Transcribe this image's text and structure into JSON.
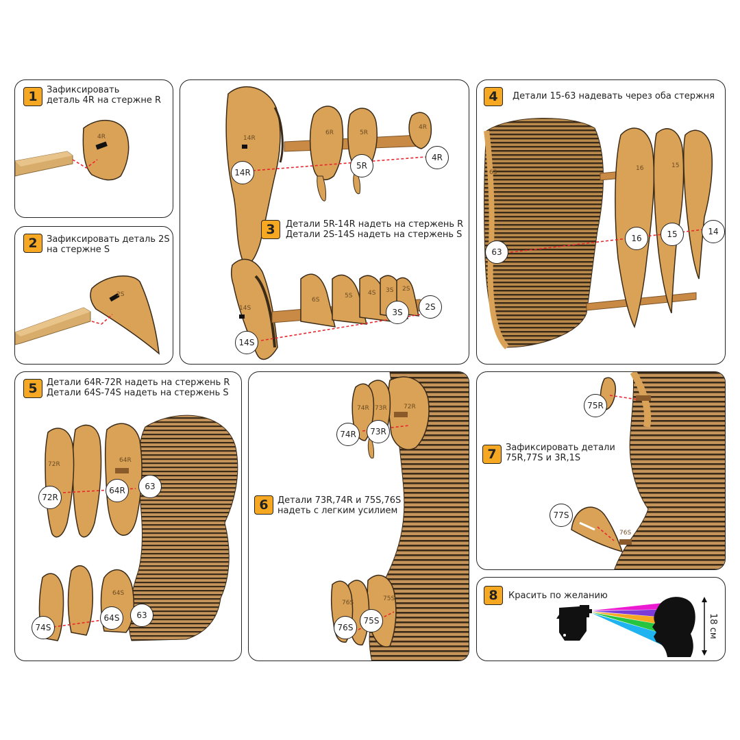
{
  "colors": {
    "cardboard": "#d9a257",
    "cardboard_dark": "#3a2a18",
    "stick": "#c99a55",
    "accent": "#f7a823",
    "arrow": "#e8262e"
  },
  "steps": [
    {
      "num": "1",
      "line1": "Зафиксировать",
      "line2": "деталь 4R на стержне R"
    },
    {
      "num": "2",
      "line1": "Зафиксировать деталь 2S",
      "line2": "на стержне S"
    },
    {
      "num": "3",
      "line1": "Детали 5R-14R надеть на стержень R",
      "line2": "Детали 2S-14S надеть на стержень S"
    },
    {
      "num": "4",
      "line1": "Детали 15-63 надевать через оба стержня"
    },
    {
      "num": "5",
      "line1": "Детали 64R-72R надеть на стержень R",
      "line2": "Детали 64S-74S надеть на стержень S"
    },
    {
      "num": "6",
      "line1": "Детали 73R,74R и 75S,76S",
      "line2": "надеть с легким усилием"
    },
    {
      "num": "7",
      "line1": "Зафиксировать детали",
      "line2": "75R,77S и 3R,1S"
    },
    {
      "num": "8",
      "line1": "Красить по желанию"
    }
  ],
  "engravings": {
    "p1": "4R",
    "p2": "2S",
    "p3a": "14R",
    "p3b": "6R",
    "p3c": "5R",
    "p3d": "4R",
    "p3e": "14S",
    "p3f": "6S",
    "p3g": "5S",
    "p3h": "4S",
    "p3i": "3S",
    "p3j": "2S",
    "p4a": "63",
    "p4b": "16",
    "p4c": "15",
    "p5a": "72R",
    "p5b": "64R",
    "p5c": "64S",
    "p6a": "74R",
    "p6b": "73R",
    "p6c": "72R",
    "p6d": "76S",
    "p6e": "75S",
    "p7": "76S"
  },
  "callouts": {
    "p3": [
      "14R",
      "5R",
      "4R",
      "3S",
      "2S",
      "14S"
    ],
    "p4": [
      "63",
      "16",
      "15",
      "14"
    ],
    "p5": [
      "72R",
      "64R",
      "63",
      "74S",
      "64S",
      "63"
    ],
    "p6": [
      "74R",
      "73R",
      "76S",
      "75S"
    ],
    "p7": [
      "75R",
      "77S"
    ]
  },
  "size_label": "18 см",
  "spray_colors": [
    "#ec1bd2",
    "#7a3bd9",
    "#f7a823",
    "#27c43f",
    "#1fb3f0"
  ]
}
